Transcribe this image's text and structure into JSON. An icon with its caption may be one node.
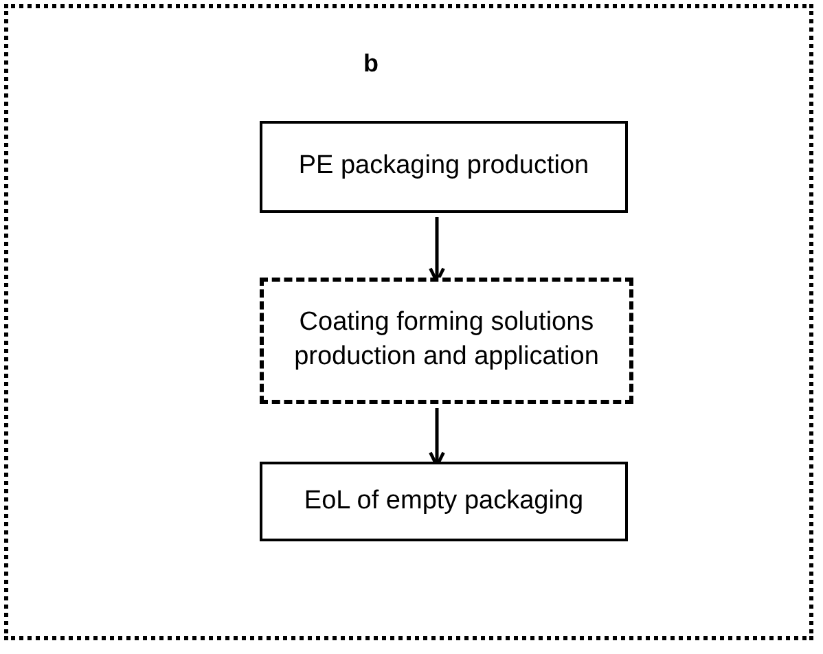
{
  "diagram": {
    "nodes": [
      {
        "text": [
          "b"
        ]
      },
      {
        "text": [
          "PE packaging production"
        ],
        "in": 0
      },
      {
        "text": [
          "Coating forming solutions production and application"
        ],
        "in": 0
      },
      {
        "text": [
          "EoL of empty packaging"
        ],
        "in": 0
      }
    ],
    "edges": [
      {
        "from": 1,
        "to": 2,
        "arrow": "to"
      },
      {
        "from": 2,
        "to": 3,
        "arrow": "to"
      }
    ]
  }
}
